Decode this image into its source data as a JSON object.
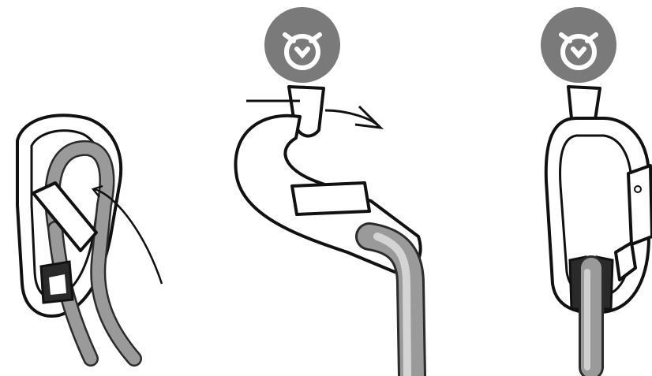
{
  "figure": {
    "panels": [
      {
        "id": "panel-1",
        "icon": null
      },
      {
        "id": "panel-2",
        "icon": "anchor-icon"
      },
      {
        "id": "panel-3",
        "icon": "anchor-icon"
      }
    ]
  },
  "colors": {
    "background": "#ffffff",
    "outline": "#111111",
    "rope_fill": "#9a9a9a",
    "rope_edge": "#2b2b2b",
    "badge_fill": "#7a7a7a",
    "badge_symbol": "#ffffff",
    "gate_dark": "#2a2a2a"
  }
}
